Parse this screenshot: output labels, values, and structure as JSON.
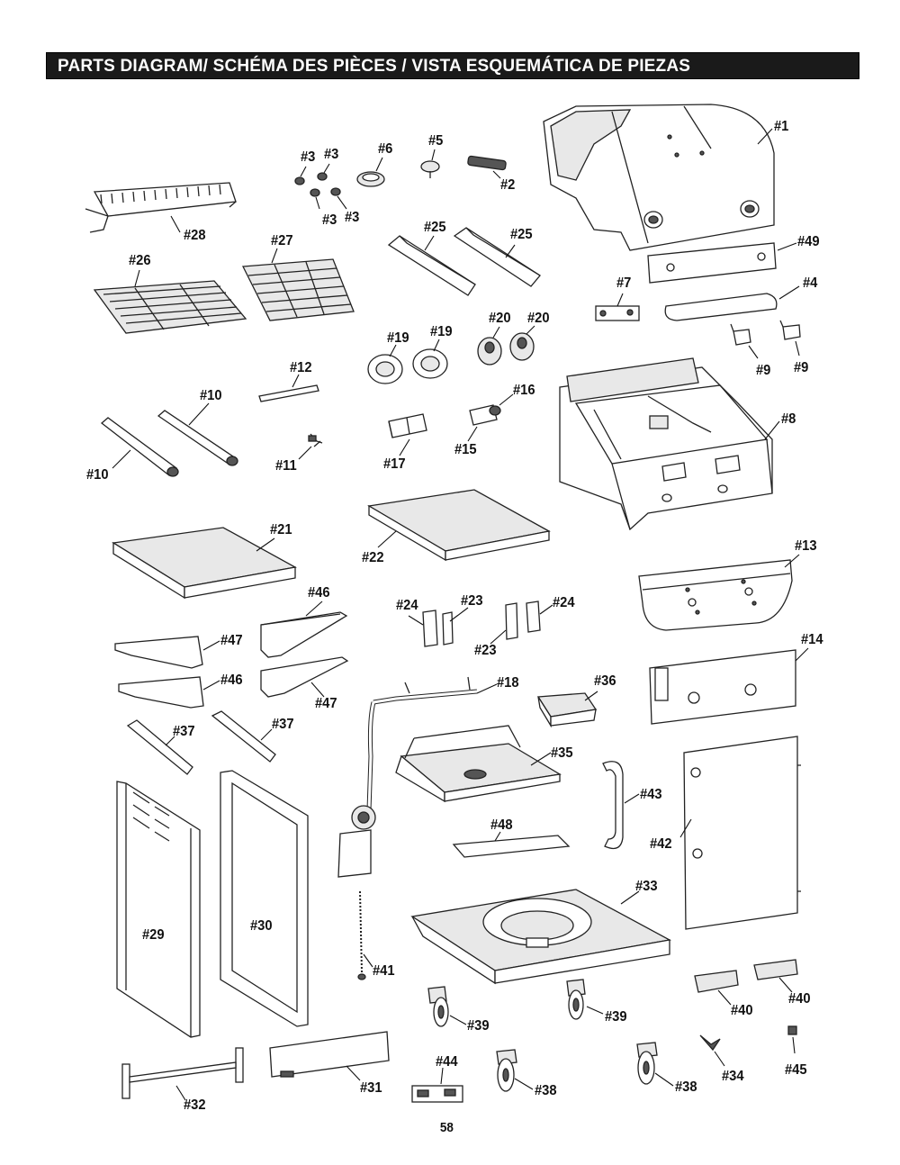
{
  "header": {
    "title": "PARTS DIAGRAM/ SCHÉMA DES PIÈCES / VISTA ESQUEMÁTICA DE PIEZAS"
  },
  "page_number": "58",
  "callouts": [
    "#1",
    "#2",
    "#3",
    "#3",
    "#3",
    "#3",
    "#4",
    "#5",
    "#6",
    "#7",
    "#8",
    "#9",
    "#9",
    "#10",
    "#10",
    "#11",
    "#12",
    "#13",
    "#14",
    "#15",
    "#16",
    "#17",
    "#18",
    "#19",
    "#19",
    "#20",
    "#20",
    "#21",
    "#22",
    "#23",
    "#23",
    "#24",
    "#24",
    "#25",
    "#25",
    "#26",
    "#27",
    "#28",
    "#29",
    "#30",
    "#31",
    "#32",
    "#33",
    "#34",
    "#35",
    "#36",
    "#37",
    "#37",
    "#38",
    "#38",
    "#39",
    "#39",
    "#40",
    "#40",
    "#41",
    "#42",
    "#43",
    "#44",
    "#45",
    "#46",
    "#46",
    "#47",
    "#47",
    "#48",
    "#49"
  ]
}
